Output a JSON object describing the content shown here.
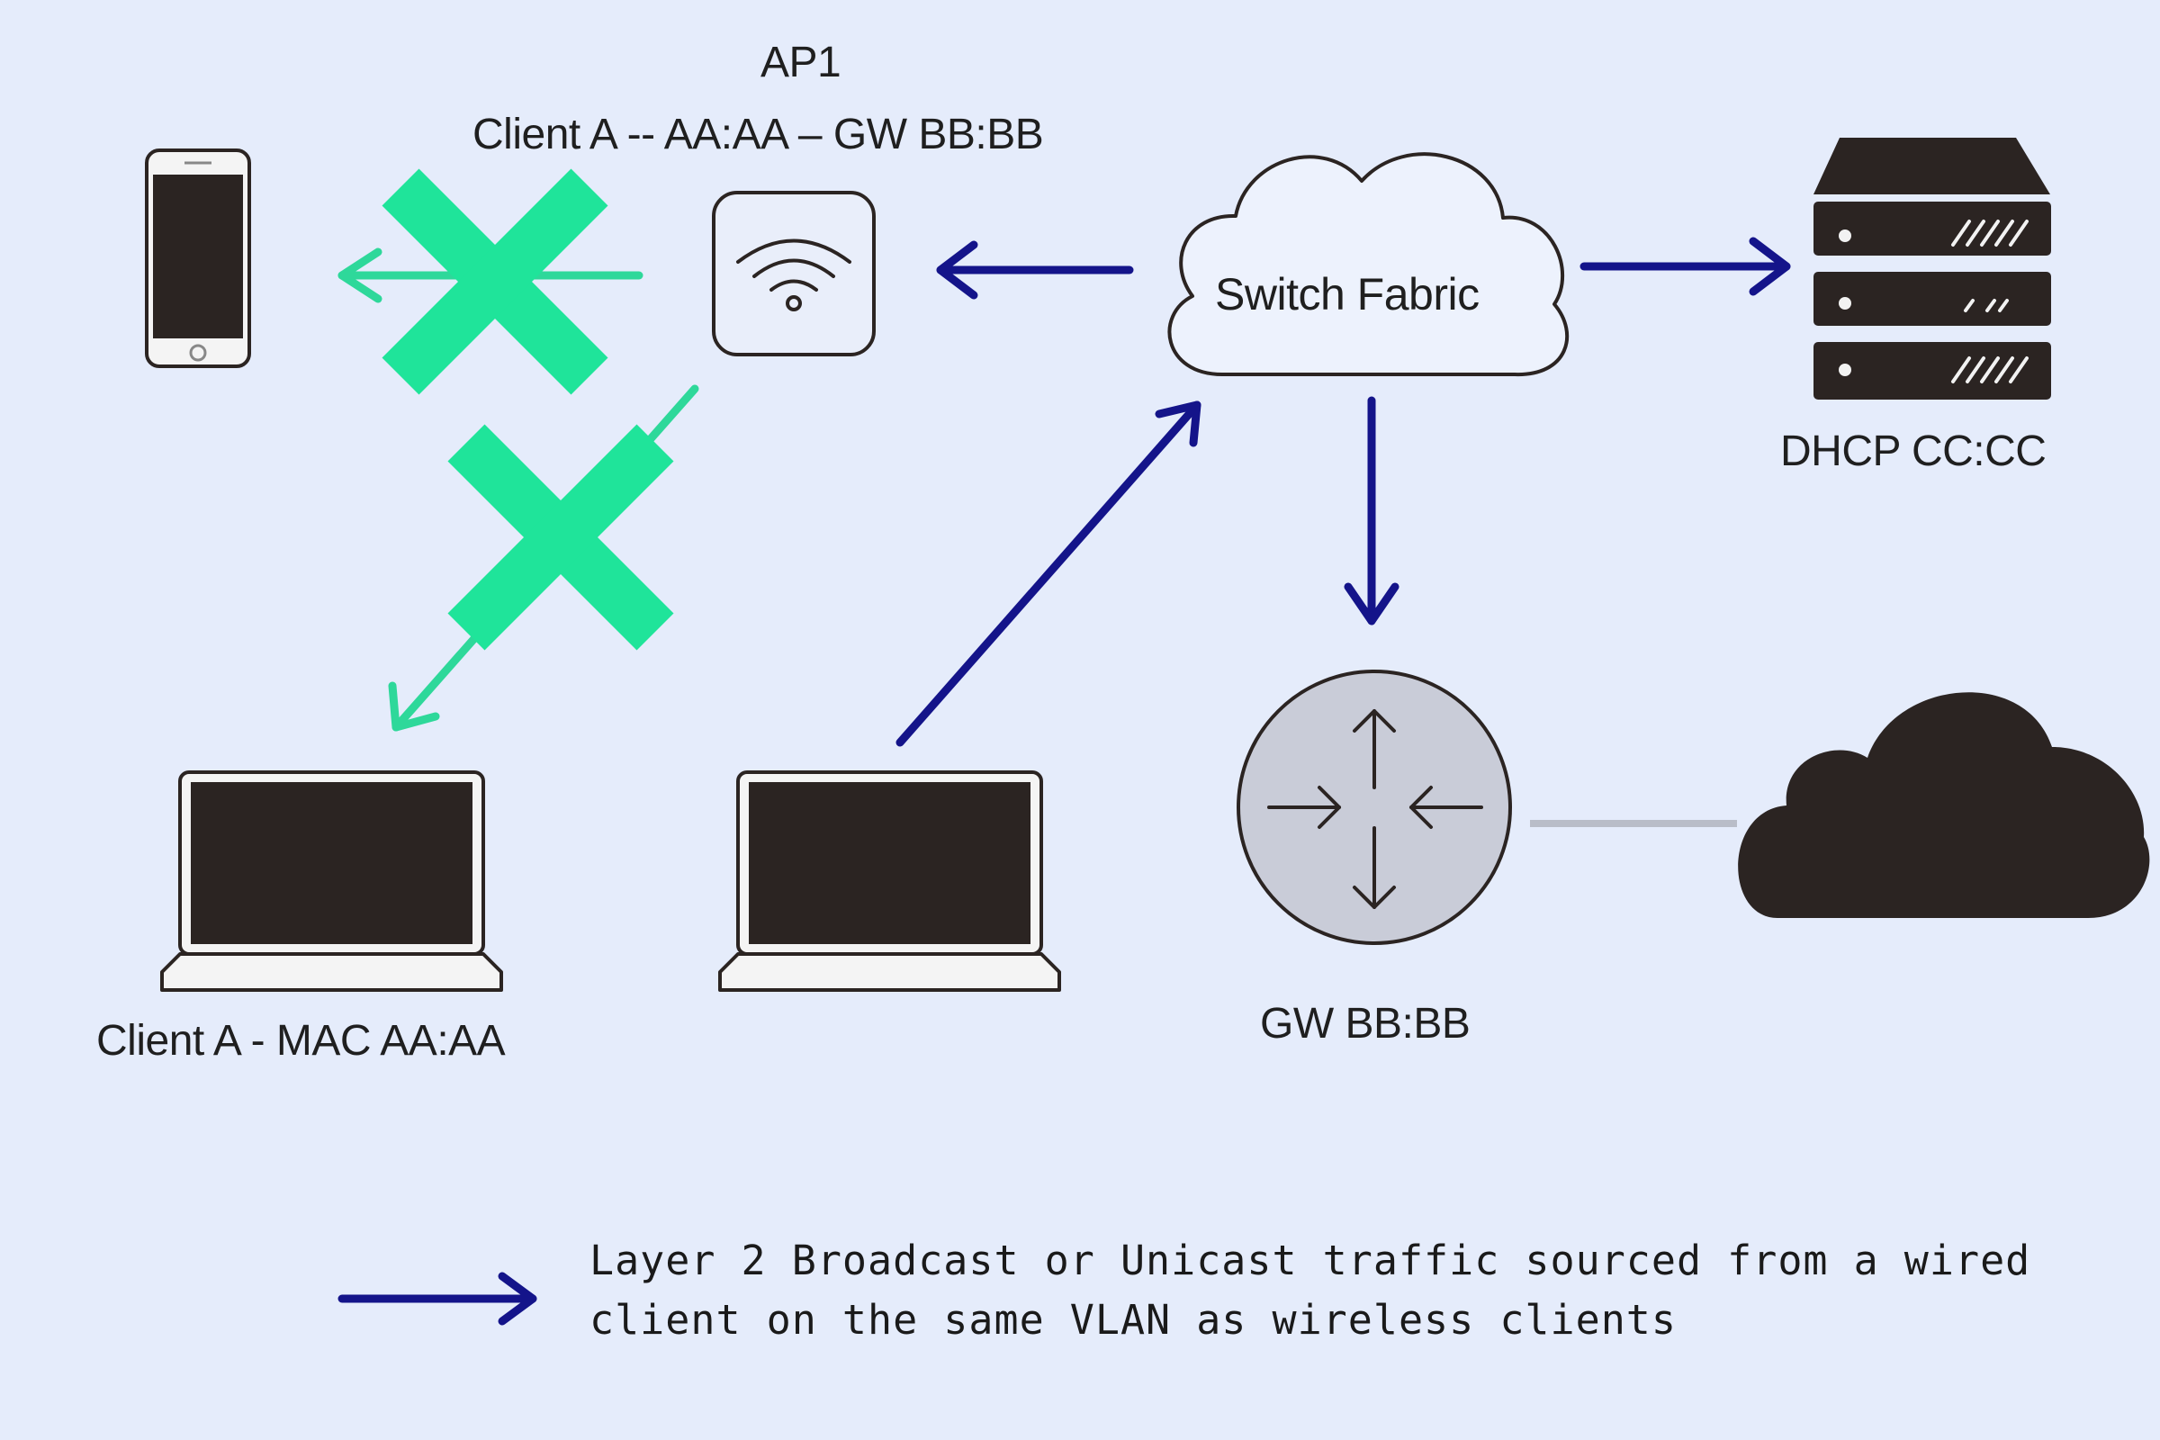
{
  "labels": {
    "ap_name": "AP1",
    "ap_table": "Client A -- AA:AA – GW BB:BB",
    "switch_fabric": "Switch Fabric",
    "dhcp": "DHCP CC:CC",
    "client_a": "Client A - MAC AA:AA",
    "gateway": "GW BB:BB"
  },
  "legend": {
    "line1": "Layer 2 Broadcast or Unicast traffic sourced from a wired",
    "line2": "client on the same VLAN as wireless clients"
  },
  "colors": {
    "background": "#e5ecfb",
    "traffic_arrow": "#14148a",
    "blocked_arrow": "#2ed89a",
    "block_x": "#1fe49a",
    "device_dark": "#2b2422",
    "router_fill": "#c9ccd8",
    "wan_link": "#b9bdc8"
  },
  "icons": [
    "phone-icon",
    "wifi-icon",
    "cloud-icon",
    "server-icon",
    "laptop-icon",
    "router-icon",
    "internet-cloud-icon",
    "block-x-icon"
  ]
}
